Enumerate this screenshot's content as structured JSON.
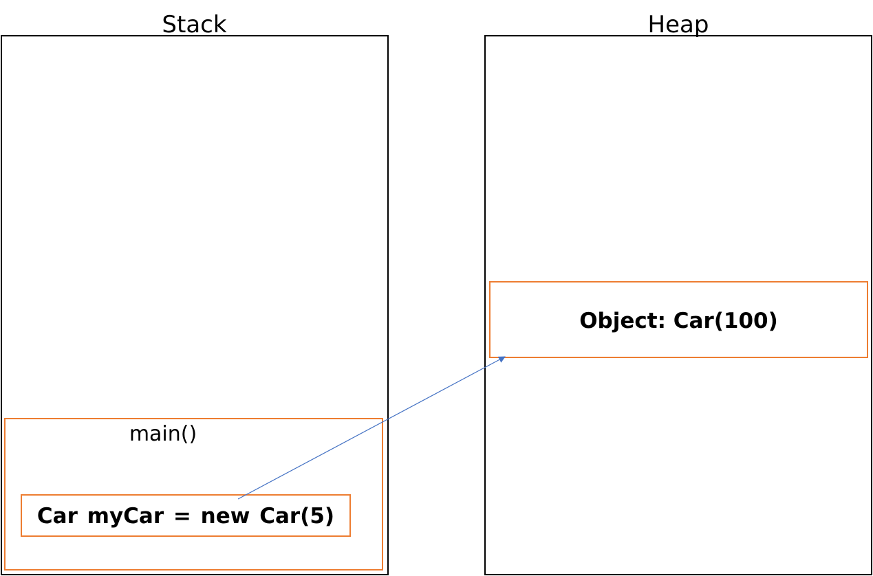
{
  "stack": {
    "title": "Stack",
    "frame": {
      "label": "main()",
      "variable": "Car myCar = new Car(5)"
    }
  },
  "heap": {
    "title": "Heap",
    "object": "Object: Car(100)"
  },
  "colors": {
    "region_border": "#000000",
    "frame_border": "#ED7D31",
    "arrow": "#4472C4"
  },
  "arrow": {
    "from": "stack.frame.variable",
    "to": "heap.object"
  }
}
